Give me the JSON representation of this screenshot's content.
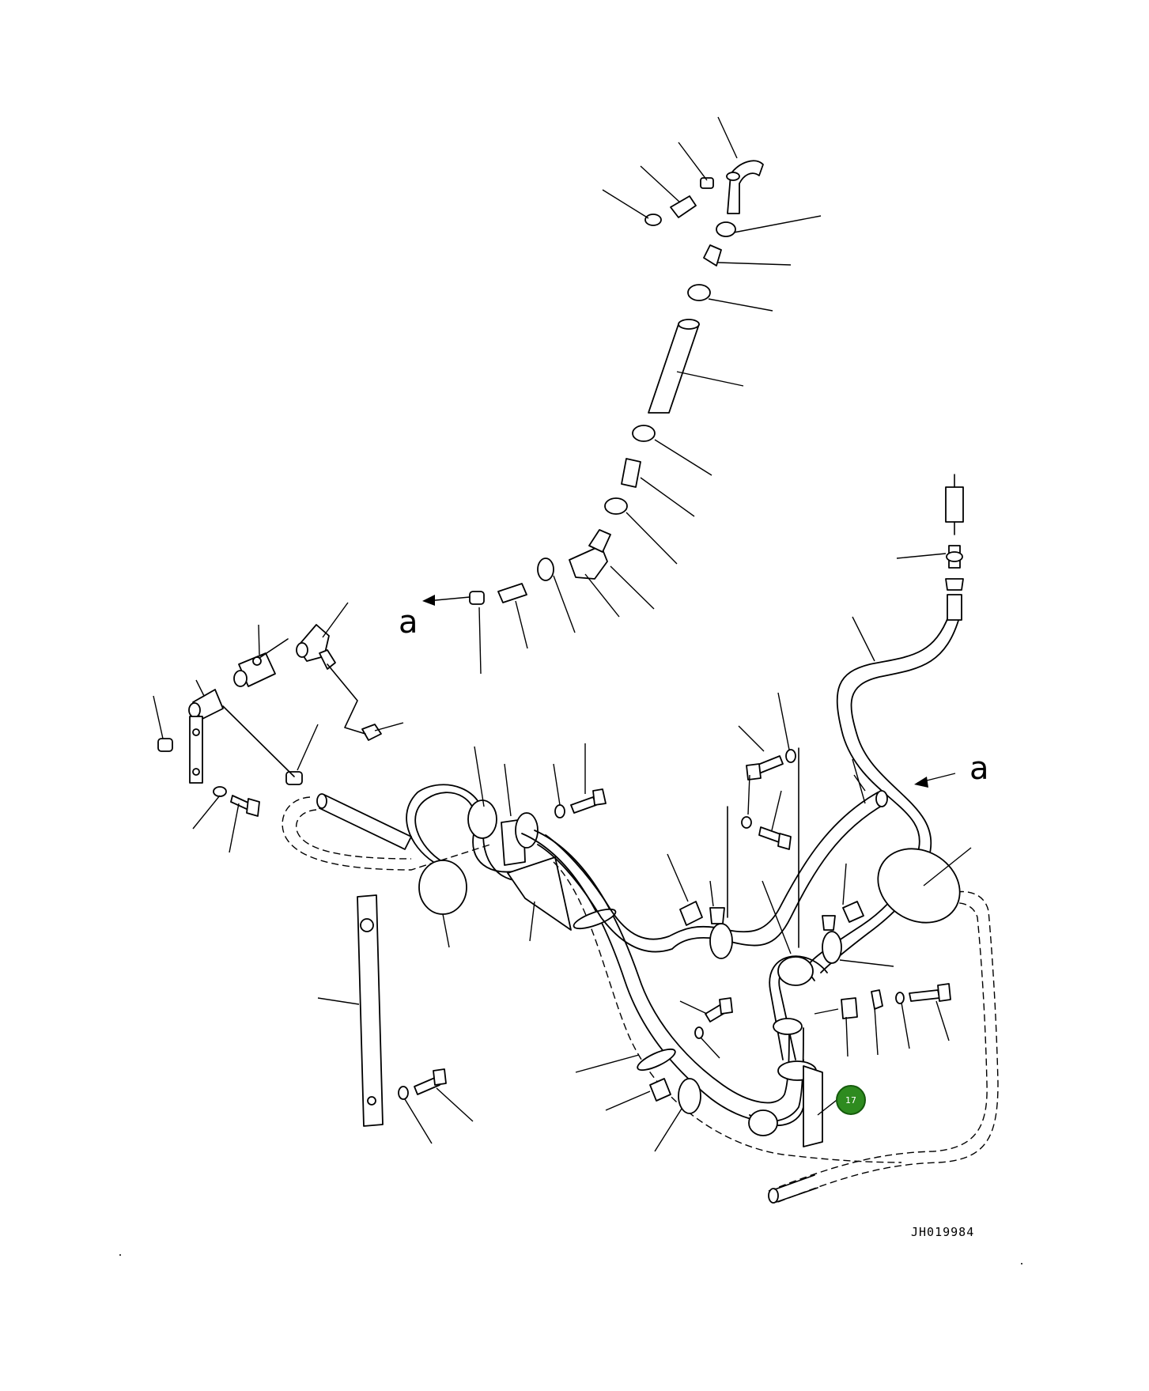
{
  "drawing": {
    "code": "JH019984",
    "ref_letter_left": "a",
    "ref_letter_right": "a",
    "highlighted_callout": {
      "number": "17",
      "color": "#2e8b1f"
    }
  }
}
